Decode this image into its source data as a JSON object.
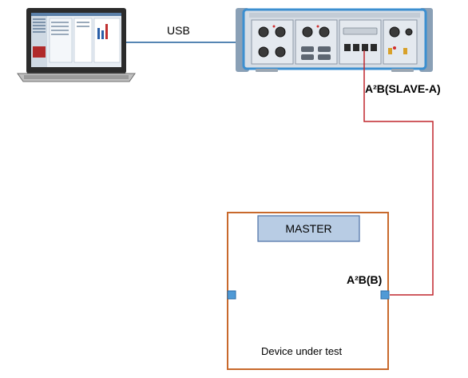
{
  "connection": {
    "usb_label": "USB",
    "analyzer_port_label": "A²B(SLAVE-A)"
  },
  "dut": {
    "master_label": "MASTER",
    "port_label": "A²B(B)",
    "caption": "Device under test"
  },
  "colors": {
    "usb_cable": "#1f5f9a",
    "a2b_cable": "#c0272d",
    "dut_border": "#c8692c",
    "master_fill": "#b8cce4",
    "master_border": "#4a6fa5",
    "port_fill": "#4f9ad6",
    "analyzer_body": "#d6dde5",
    "analyzer_bezel": "#3c8fd0"
  },
  "icons": {
    "laptop": "laptop-icon",
    "analyzer": "audio-analyzer-icon"
  }
}
